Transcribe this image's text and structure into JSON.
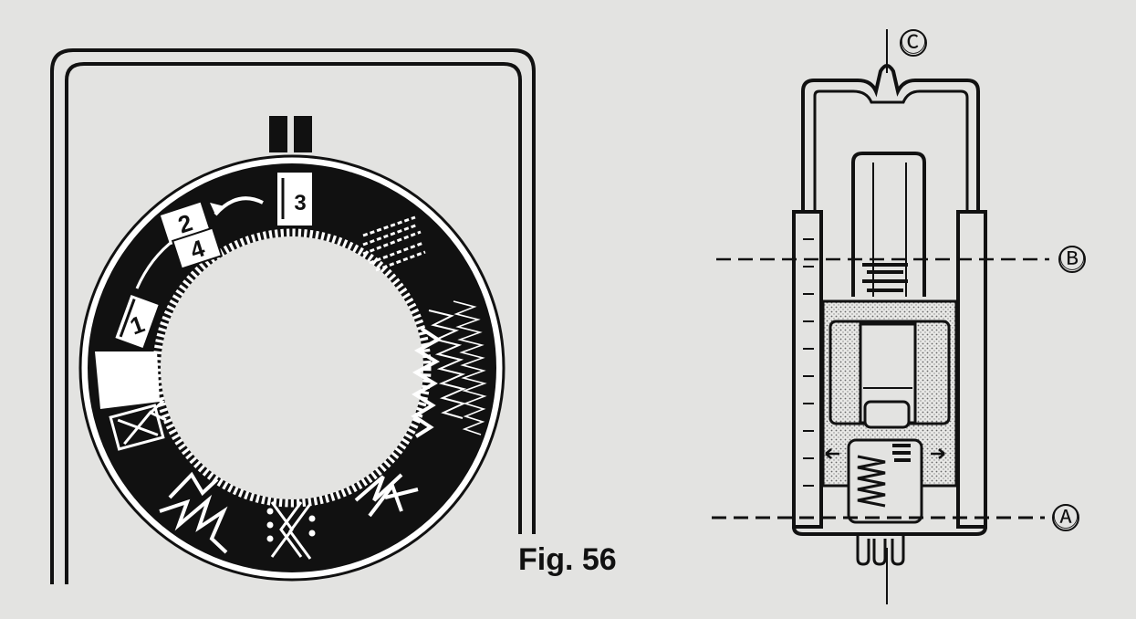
{
  "figure": {
    "caption": "Fig. 56"
  },
  "dial": {
    "position_labels": [
      "1",
      "2",
      "3",
      "4"
    ]
  },
  "foot": {
    "callouts": [
      "Ⓐ",
      "Ⓑ",
      "Ⓒ"
    ]
  },
  "colors": {
    "background": "#e3e3e1",
    "ink": "#111111",
    "stipple": "#c9c9c6"
  }
}
